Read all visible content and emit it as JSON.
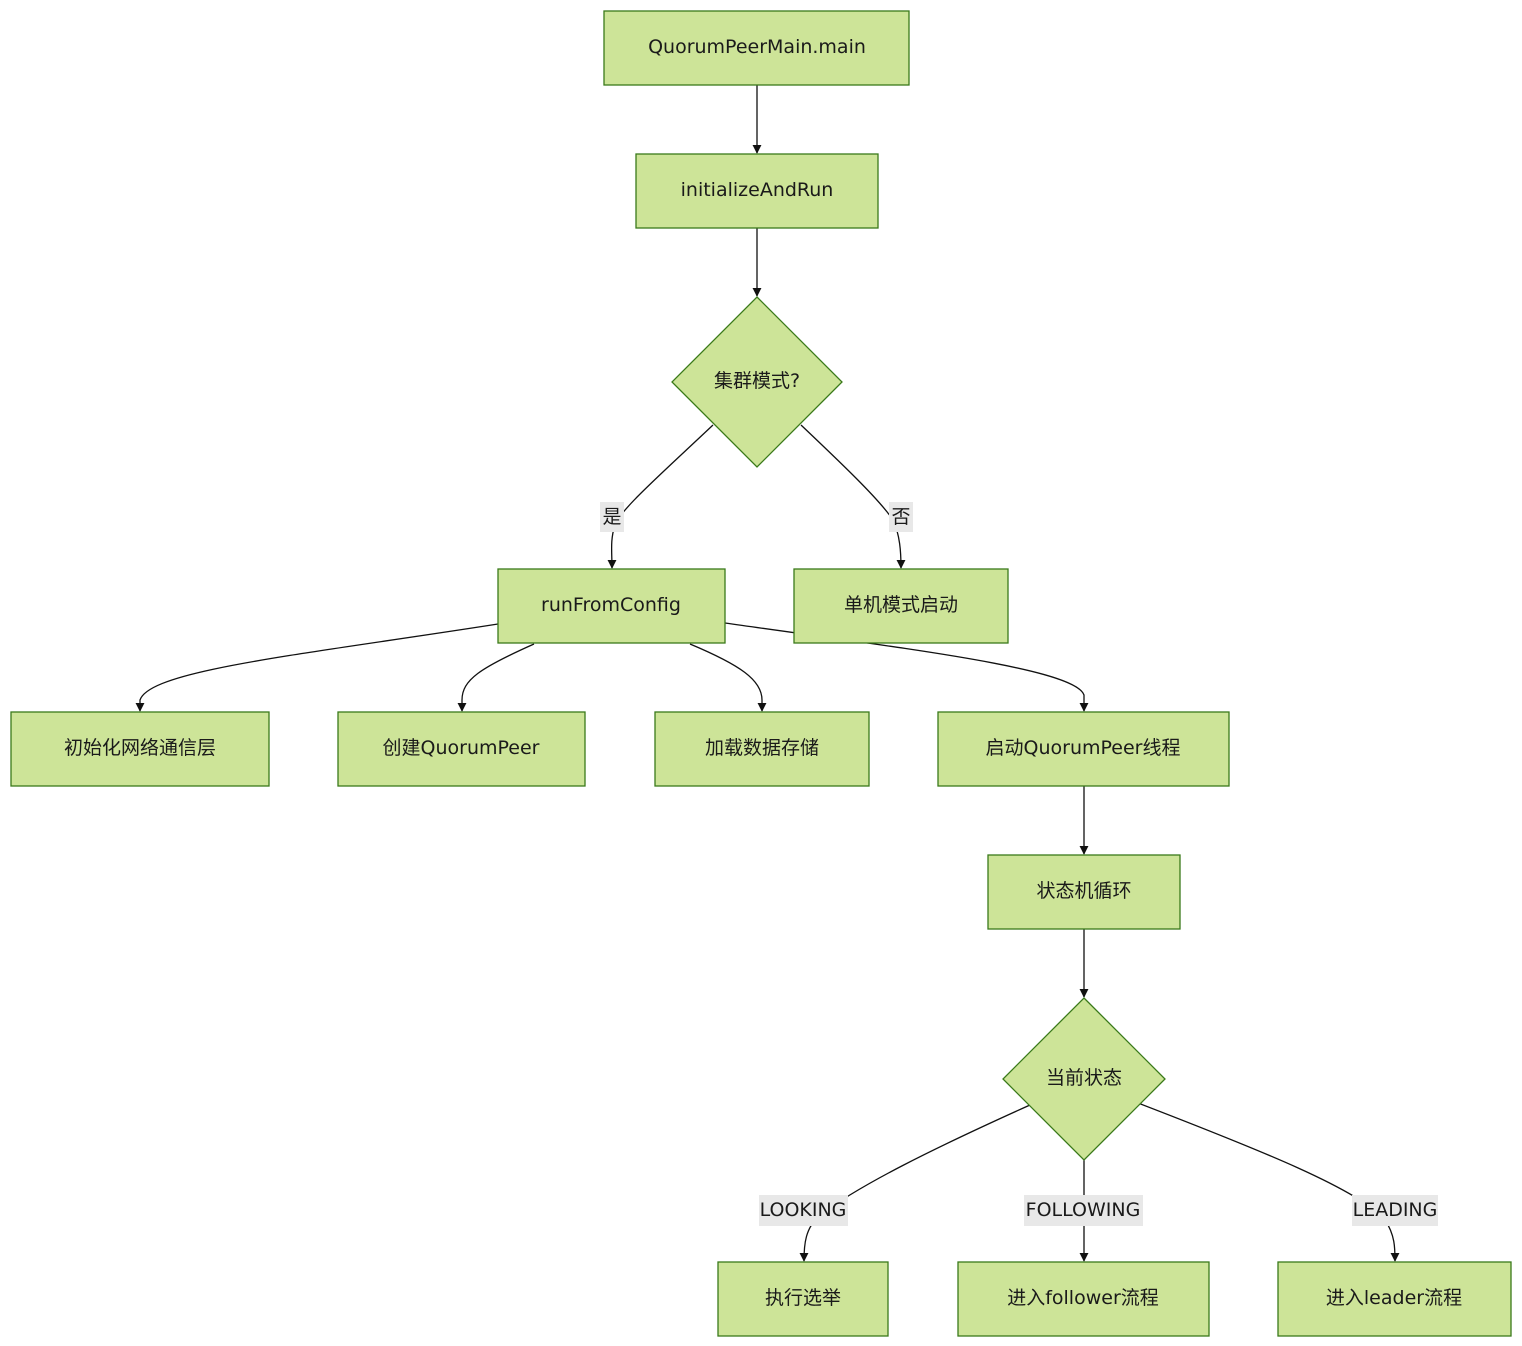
{
  "diagram": {
    "type": "flowchart",
    "colors": {
      "node_fill": "#cde498",
      "node_stroke": "#3a7a1a",
      "edge": "#111111",
      "edge_label_bg": "#e8e8e8"
    },
    "nodes": {
      "main": "QuorumPeerMain.main",
      "init_run": "initializeAndRun",
      "cluster_decision": "集群模式?",
      "run_from_config": "runFromConfig",
      "standalone": "单机模式启动",
      "init_network": "初始化网络通信层",
      "create_peer": "创建QuorumPeer",
      "load_storage": "加载数据存储",
      "start_thread": "启动QuorumPeer线程",
      "state_loop": "状态机循环",
      "state_decision": "当前状态",
      "election": "执行选举",
      "follower_flow": "进入follower流程",
      "leader_flow": "进入leader流程"
    },
    "edge_labels": {
      "yes": "是",
      "no": "否",
      "looking": "LOOKING",
      "following": "FOLLOWING",
      "leading": "LEADING"
    }
  }
}
